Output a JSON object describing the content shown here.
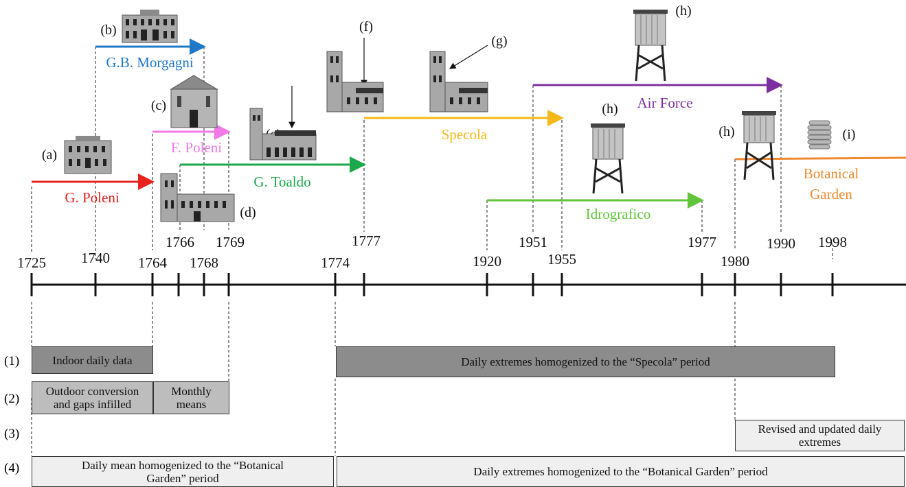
{
  "building_labels": {
    "a": "(a)",
    "b": "(b)",
    "c": "(c)",
    "d": "(d)",
    "e": "(e)",
    "f": "(f)",
    "g": "(g)",
    "h1": "(h)",
    "h2": "(h)",
    "h3": "(h)",
    "i": "(i)"
  },
  "periods": {
    "g_poleni": "G. Poleni",
    "morgagni": "G.B. Morgagni",
    "f_poleni": "F. Poleni",
    "toaldo": "G. Toaldo",
    "specola": "Specola",
    "air_force": "Air Force",
    "idrografico": "Idrografico",
    "botanical_line1": "Botanical",
    "botanical_line2": "Garden"
  },
  "colors": {
    "g_poleni": "#e8241f",
    "morgagni": "#1f78c8",
    "f_poleni": "#f279e6",
    "toaldo": "#1aa84b",
    "specola": "#f7b81a",
    "air_force": "#7b2fa0",
    "idrografico": "#62c43a",
    "botanical": "#f08a30"
  },
  "years": {
    "y1725": "1725",
    "y1740": "1740",
    "y1764": "1764",
    "y1766": "1766",
    "y1768": "1768",
    "y1769": "1769",
    "y1774": "1774",
    "y1777": "1777",
    "y1920": "1920",
    "y1951": "1951",
    "y1955": "1955",
    "y1977": "1977",
    "y1980": "1980",
    "y1990": "1990",
    "y1998": "1998"
  },
  "rows": {
    "r1": "(1)",
    "r2": "(2)",
    "r3": "(3)",
    "r4": "(4)"
  },
  "boxes": {
    "indoor": "Indoor daily data",
    "extremes_specola": "Daily extremes homogenized to the “Specola” period",
    "outdoor_line1": "Outdoor conversion",
    "outdoor_line2": "and gaps infilled",
    "monthly_line1": "Monthly",
    "monthly_line2": "means",
    "revised_line1": "Revised and updated daily",
    "revised_line2": "extremes",
    "mean_bg_line1": "Daily mean homogenized to the “Botanical",
    "mean_bg_line2": "Garden” period",
    "extremes_bg": "Daily extremes homogenized to the “Botanical Garden” period"
  }
}
